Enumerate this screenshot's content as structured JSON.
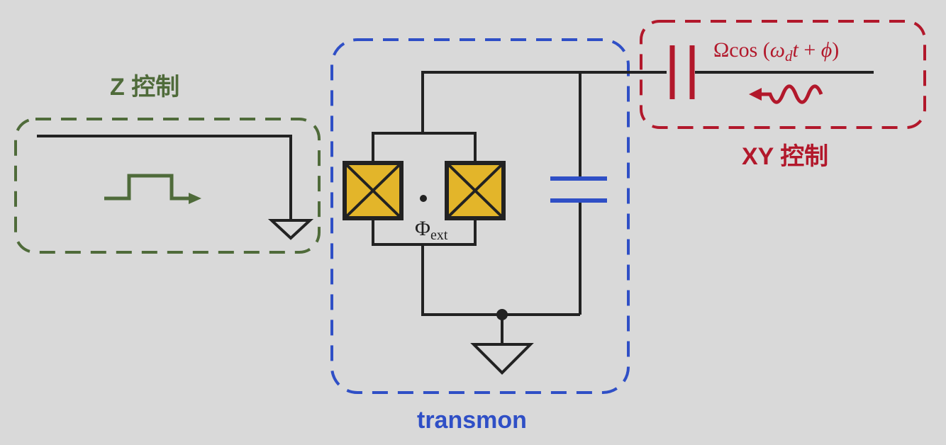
{
  "colors": {
    "background": "#d9d9d9",
    "wire": "#222222",
    "z_control": "#4f6b3a",
    "transmon": "#2f4fc6",
    "xy_control": "#b2182b",
    "junction_fill": "#e3b52a",
    "capacitor": "#2f4fc6"
  },
  "labels": {
    "z_control": "Z 控制",
    "xy_control": "XY 控制",
    "transmon": "transmon",
    "drive_omega_cos": "Ωcos (",
    "drive_omega": "ω",
    "drive_omega_sub": "d",
    "drive_t": "t",
    "drive_plus": " + ",
    "drive_phi": "ϕ",
    "drive_close": ")",
    "flux_symbol": "Φ",
    "flux_subscript": "ext"
  },
  "icons": {
    "z_pulse": "square-pulse-arrow-icon",
    "xy_wave": "wavy-arrow-icon",
    "ground": "ground-icon",
    "josephson_junction": "josephson-junction-icon",
    "capacitor": "capacitor-icon"
  }
}
